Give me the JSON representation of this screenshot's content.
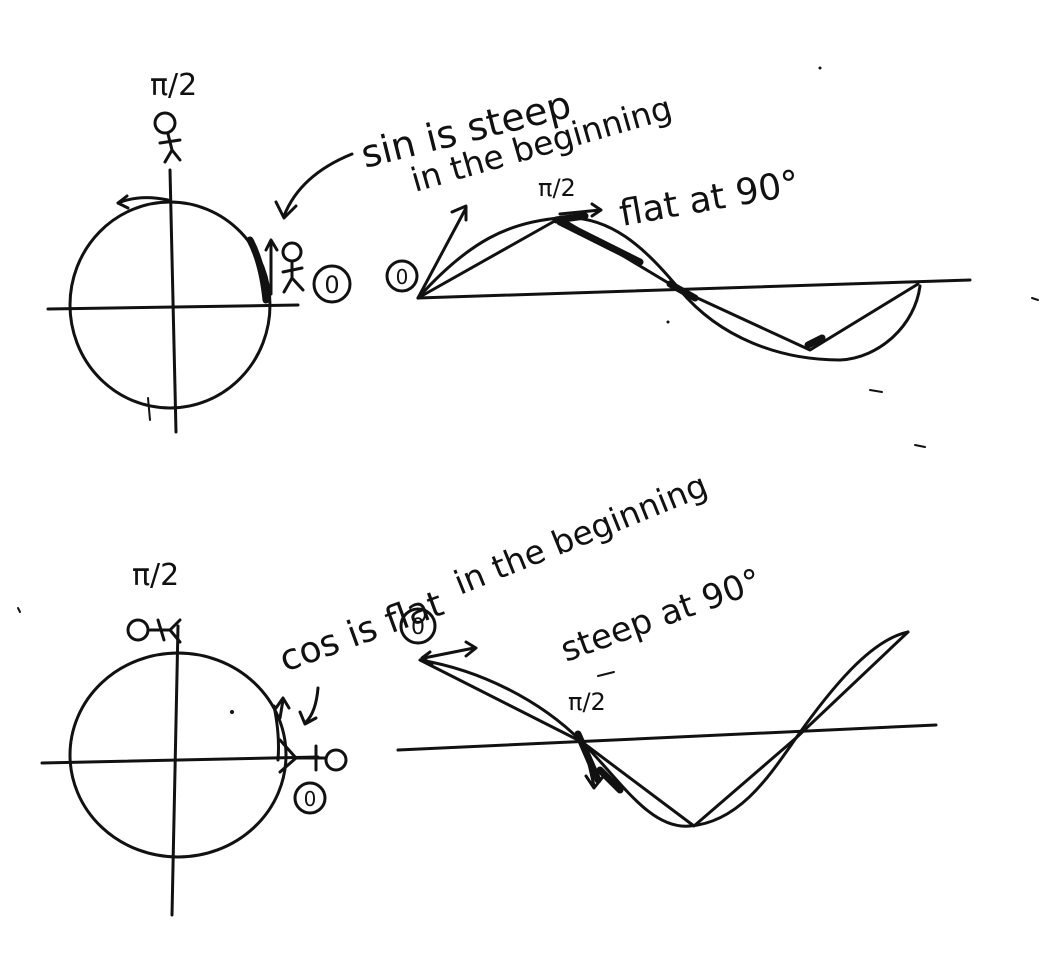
{
  "sin_panel": {
    "label_top": "π/2",
    "label_zero_circle": "0",
    "label_zero_graph": "0",
    "label_peak": "π/2",
    "note_line1": "sin is steep",
    "note_line2": "in the beginning",
    "note_peak": "flat at 90°"
  },
  "cos_panel": {
    "label_top": "π/2",
    "label_zero_circle": "0",
    "label_zero_graph": "0",
    "label_crossing": "π/2",
    "note_line1": "cos is flat",
    "note_line2": "in the beginning",
    "note_crossing": "steep at 90°"
  },
  "ink_color": "#111111"
}
